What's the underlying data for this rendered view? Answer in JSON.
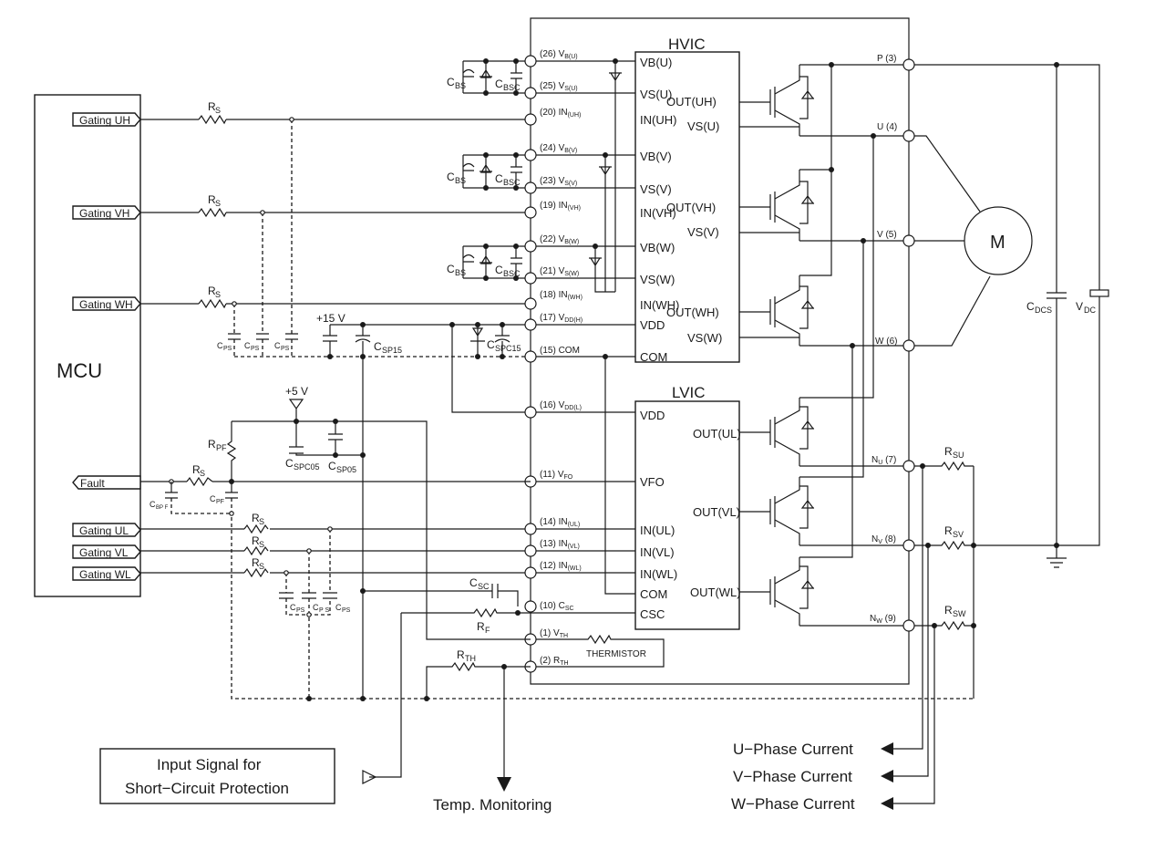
{
  "mcu": {
    "title": "MCU",
    "inputs": [
      "Gating UH",
      "Gating VH",
      "Gating WH",
      "Fault",
      "Gating UL",
      "Gating VL",
      "Gating WL"
    ]
  },
  "hvic": {
    "title": "HVIC",
    "pins_left": [
      "VB(U)",
      "VS(U)",
      "IN(UH)",
      "VB(V)",
      "VS(V)",
      "IN(VH)",
      "VB(W)",
      "VS(W)",
      "IN(WH)",
      "VDD",
      "COM"
    ],
    "pins_right": [
      "OUT(UH)",
      "VS(U)",
      "OUT(VH)",
      "VS(V)",
      "OUT(WH)",
      "VS(W)"
    ]
  },
  "lvic": {
    "title": "LVIC",
    "pins_left": [
      "VDD",
      "VFO",
      "IN(UL)",
      "IN(VL)",
      "IN(WL)",
      "COM",
      "CSC"
    ],
    "pins_right": [
      "OUT(UL)",
      "OUT(VL)",
      "OUT(WL)"
    ]
  },
  "pins": [
    {
      "num": "(26)",
      "name": "V",
      "sub": "B(U)"
    },
    {
      "num": "(25)",
      "name": "V",
      "sub": "S(U)"
    },
    {
      "num": "(20)",
      "name": "IN",
      "sub": "(UH)"
    },
    {
      "num": "(24)",
      "name": "V",
      "sub": "B(V)"
    },
    {
      "num": "(23)",
      "name": "V",
      "sub": "S(V)"
    },
    {
      "num": "(19)",
      "name": "IN",
      "sub": "(VH)"
    },
    {
      "num": "(22)",
      "name": "V",
      "sub": "B(W)"
    },
    {
      "num": "(21)",
      "name": "V",
      "sub": "S(W)"
    },
    {
      "num": "(18)",
      "name": "IN",
      "sub": "(WH)"
    },
    {
      "num": "(17)",
      "name": "V",
      "sub": "DD(H)"
    },
    {
      "num": "(15)",
      "name": "COM",
      "sub": ""
    },
    {
      "num": "(16)",
      "name": "V",
      "sub": "DD(L)"
    },
    {
      "num": "(11)",
      "name": "V",
      "sub": "FO"
    },
    {
      "num": "(14)",
      "name": "IN",
      "sub": "(UL)"
    },
    {
      "num": "(13)",
      "name": "IN",
      "sub": "(VL)"
    },
    {
      "num": "(12)",
      "name": "IN",
      "sub": "(WL)"
    },
    {
      "num": "(10)",
      "name": "C",
      "sub": "SC"
    },
    {
      "num": "(1)",
      "name": "V",
      "sub": "TH"
    },
    {
      "num": "(2)",
      "name": "R",
      "sub": "TH"
    }
  ],
  "right_pins": [
    {
      "name": "P",
      "num": "(3)",
      "sub": ""
    },
    {
      "name": "U",
      "num": "(4)",
      "sub": ""
    },
    {
      "name": "V",
      "num": "(5)",
      "sub": ""
    },
    {
      "name": "W",
      "num": "(6)",
      "sub": ""
    },
    {
      "name": "N",
      "num": "(7)",
      "sub": "U"
    },
    {
      "name": "N",
      "num": "(8)",
      "sub": "V"
    },
    {
      "name": "N",
      "num": "(9)",
      "sub": "W"
    }
  ],
  "components": {
    "rs": {
      "main": "R",
      "sub": "S"
    },
    "cps": {
      "main": "C",
      "sub": "PS"
    },
    "cbs": {
      "main": "C",
      "sub": "BS"
    },
    "cbsc": {
      "main": "C",
      "sub": "BSC"
    },
    "rpf": {
      "main": "R",
      "sub": "PF"
    },
    "cpf": {
      "main": "C",
      "sub": "PF"
    },
    "cbpf": {
      "main": "C",
      "sub": "BP F"
    },
    "cspc05": {
      "main": "C",
      "sub": "SPC05"
    },
    "csp05": {
      "main": "C",
      "sub": "SP05"
    },
    "csp15": {
      "main": "C",
      "sub": "SP15"
    },
    "cspc15": {
      "main": "C",
      "sub": "SPC15"
    },
    "csc": {
      "main": "C",
      "sub": "SC"
    },
    "rf": {
      "main": "R",
      "sub": "F"
    },
    "rth": {
      "main": "R",
      "sub": "TH"
    },
    "thermistor": "THERMISTOR",
    "rsu": {
      "main": "R",
      "sub": "SU"
    },
    "rsv": {
      "main": "R",
      "sub": "SV"
    },
    "rsw": {
      "main": "R",
      "sub": "SW"
    },
    "cdcs": {
      "main": "C",
      "sub": "DCS"
    },
    "vdc": {
      "main": "V",
      "sub": "DC"
    },
    "motor": "M",
    "v15": "+15 V",
    "v5": "+5 V",
    "cps_mid": {
      "main": "C",
      "sub": "P S"
    }
  },
  "outputs": {
    "input_signal_line1": "Input Signal for",
    "input_signal_line2": "Short−Circuit Protection",
    "temp": "Temp. Monitoring",
    "u_current": "U−Phase Current",
    "v_current": "V−Phase Current",
    "w_current": "W−Phase Current"
  }
}
